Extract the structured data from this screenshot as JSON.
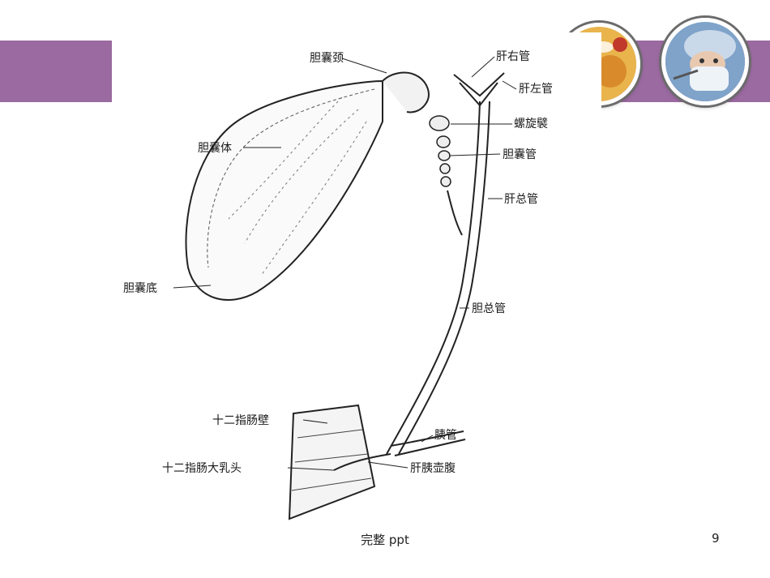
{
  "slide": {
    "footer_text": "完整 ppt",
    "page_number": "9",
    "accent_color": "#9a6aa0"
  },
  "figure": {
    "labels": {
      "gallbladder_neck": "胆囊颈",
      "right_hepatic_duct": "肝右管",
      "left_hepatic_duct": "肝左管",
      "spiral_fold": "螺旋襞",
      "gallbladder_body": "胆囊体",
      "cystic_duct": "胆囊管",
      "common_hepatic_duct": "肝总管",
      "gallbladder_fundus": "胆囊底",
      "common_bile_duct": "胆总管",
      "duodenal_wall": "十二指肠壁",
      "pancreatic_duct": "胰管",
      "major_duodenal_papilla": "十二指肠大乳头",
      "hepatopancreatic_ampulla": "肝胰壶腹"
    }
  },
  "decor": {
    "photo_left_icon": "medicine-pills-photo",
    "photo_right_icon": "surgeon-photo"
  }
}
